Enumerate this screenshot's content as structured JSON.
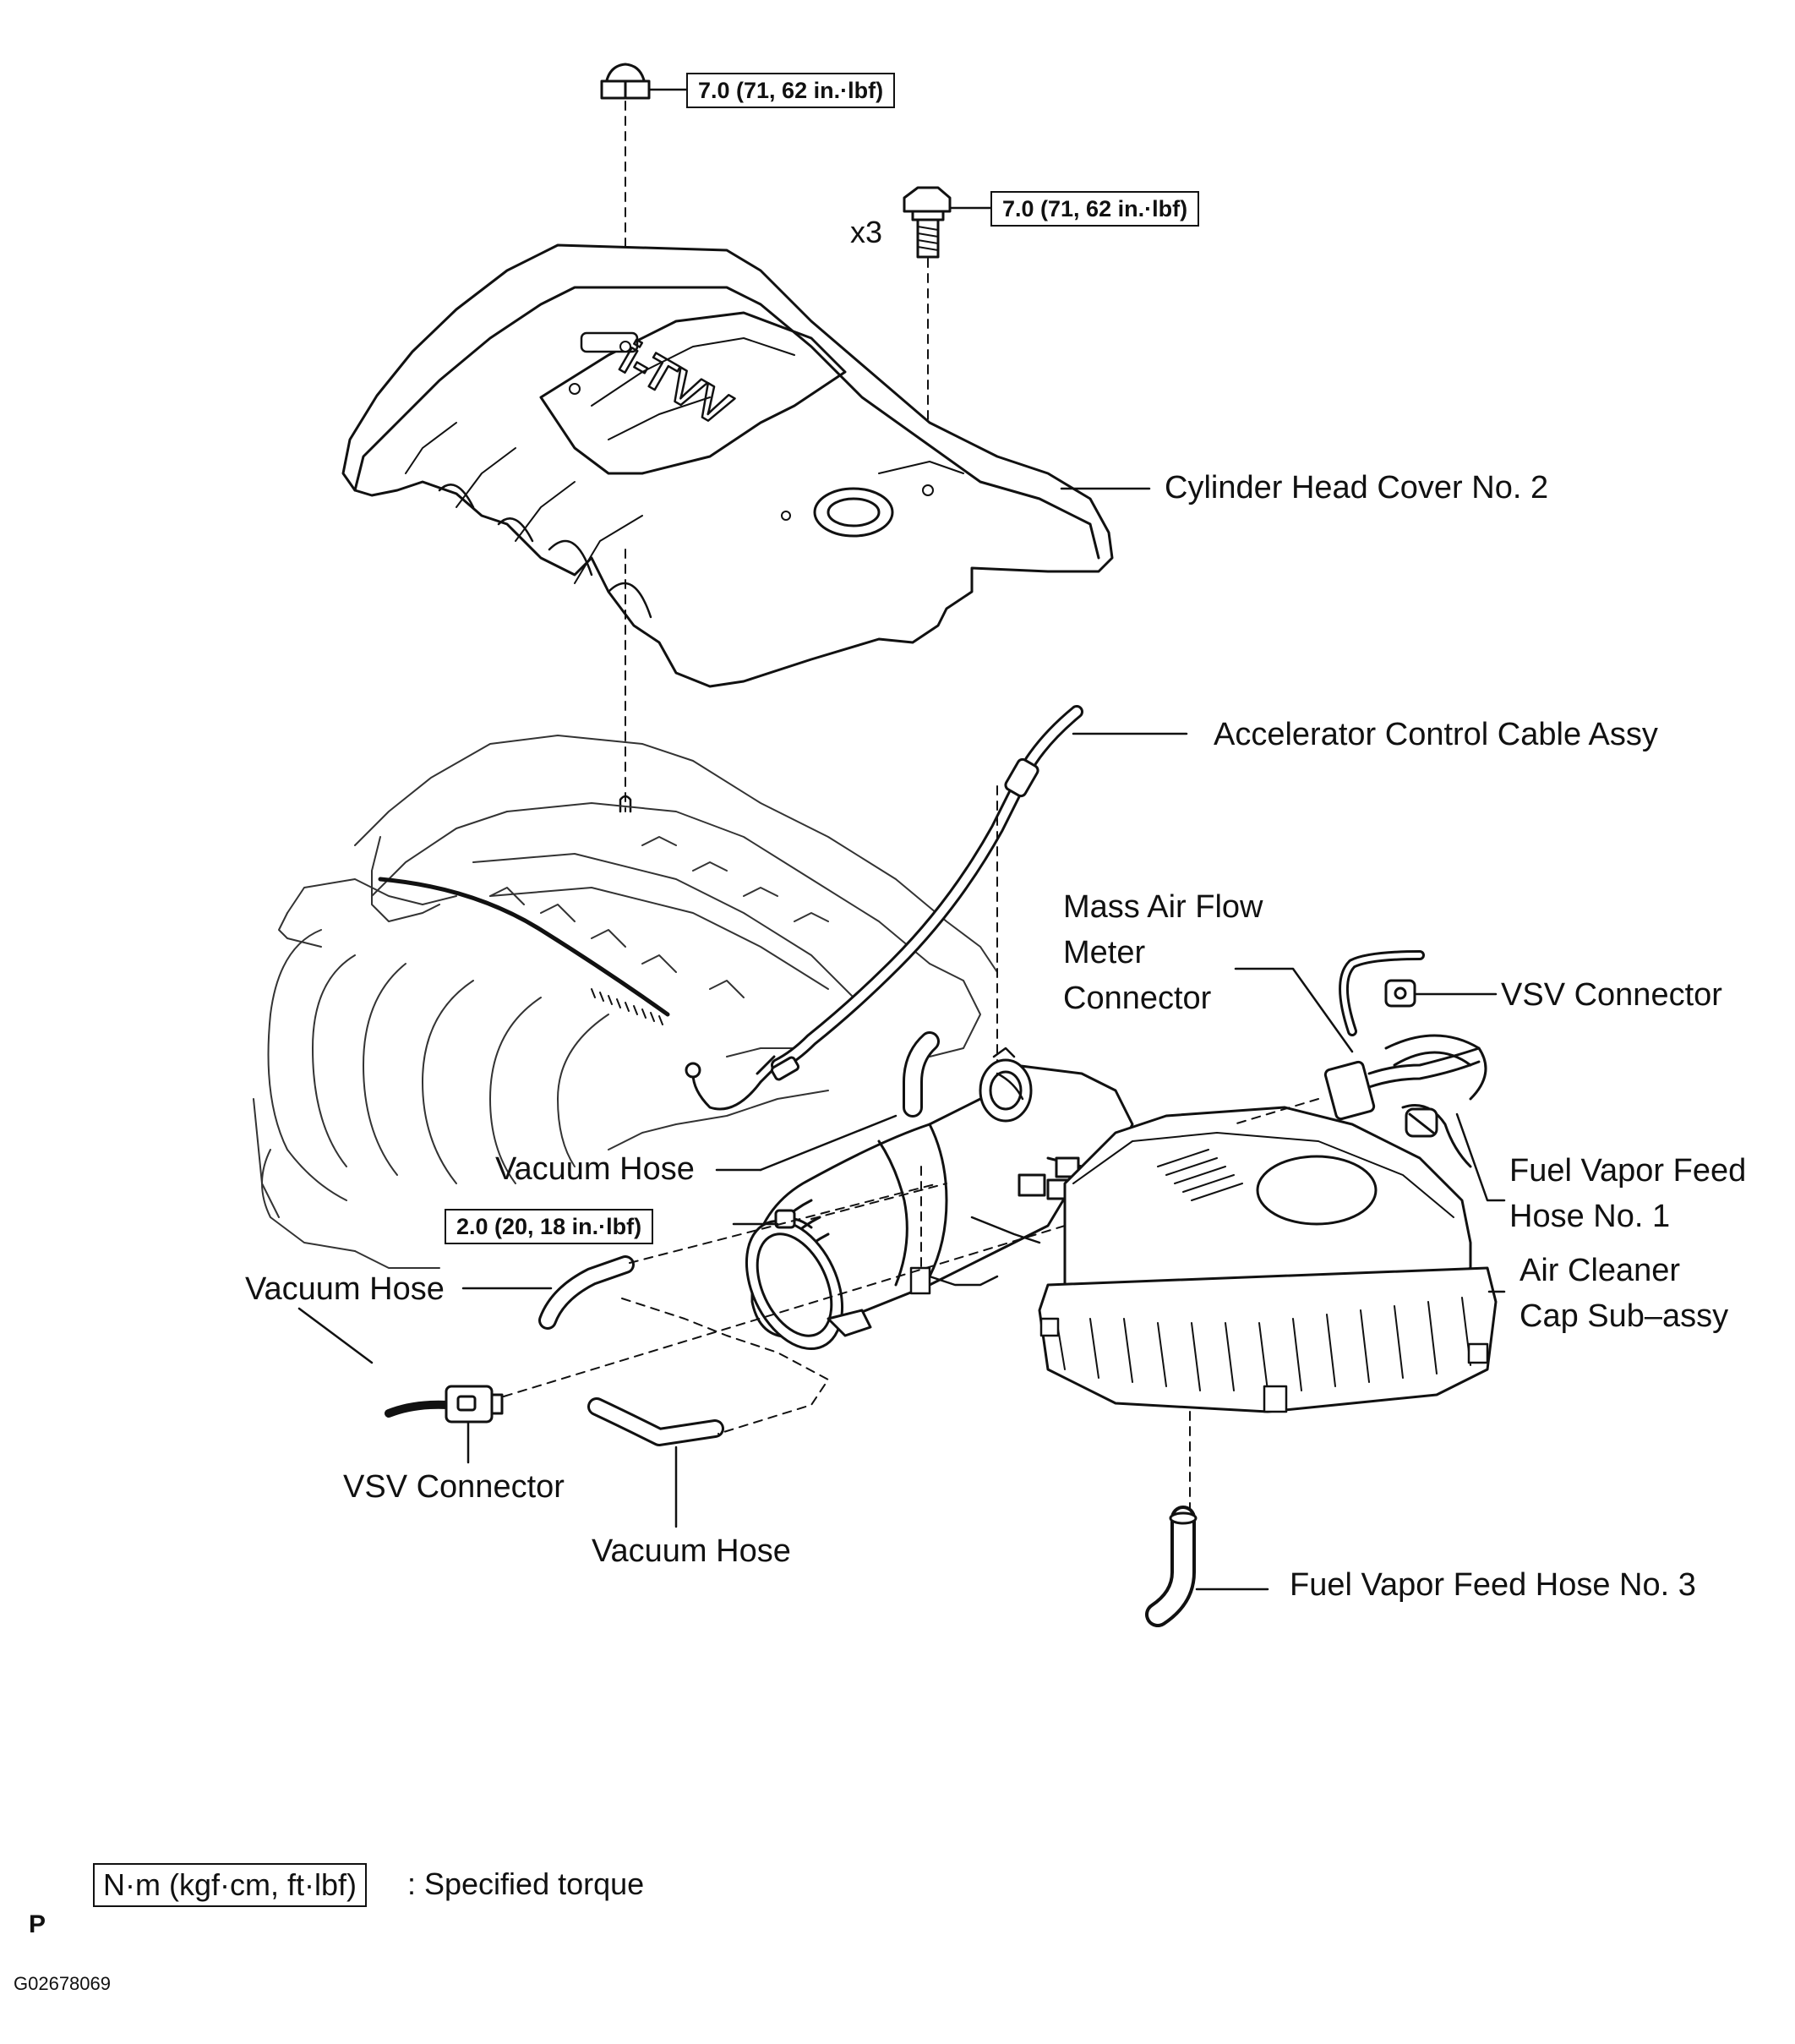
{
  "torque_specs": {
    "nut_top": "7.0 (71, 62 in.·lbf)",
    "bolts": "7.0 (71, 62 in.·lbf)",
    "bolt_qty": "x3",
    "clamp": "2.0 (20, 18 in.·lbf)"
  },
  "cover_emblem": "VVT-i",
  "labels": {
    "cylinder_head_cover": "Cylinder Head Cover No. 2",
    "accelerator_cable": "Accelerator Control Cable Assy",
    "maf_line1": "Mass Air Flow",
    "maf_line2": "Meter",
    "maf_line3": "Connector",
    "vsv_connector_right": "VSV Connector",
    "fuel_vapor_1_line1": "Fuel Vapor Feed",
    "fuel_vapor_1_line2": "Hose No. 1",
    "air_cleaner_line1": "Air Cleaner",
    "air_cleaner_line2": "Cap Sub–assy",
    "vacuum_hose_upper": "Vacuum Hose",
    "vacuum_hose_left": "Vacuum Hose",
    "vsv_connector_left": "VSV Connector",
    "vacuum_hose_bottom": "Vacuum Hose",
    "fuel_vapor_3": "Fuel Vapor Feed Hose No. 3"
  },
  "legend": {
    "unit_box": "N·m (kgf·cm, ft·lbf)",
    "description": ": Specified torque"
  },
  "footer": {
    "code_letter": "P",
    "figure_id": "G02678069"
  }
}
